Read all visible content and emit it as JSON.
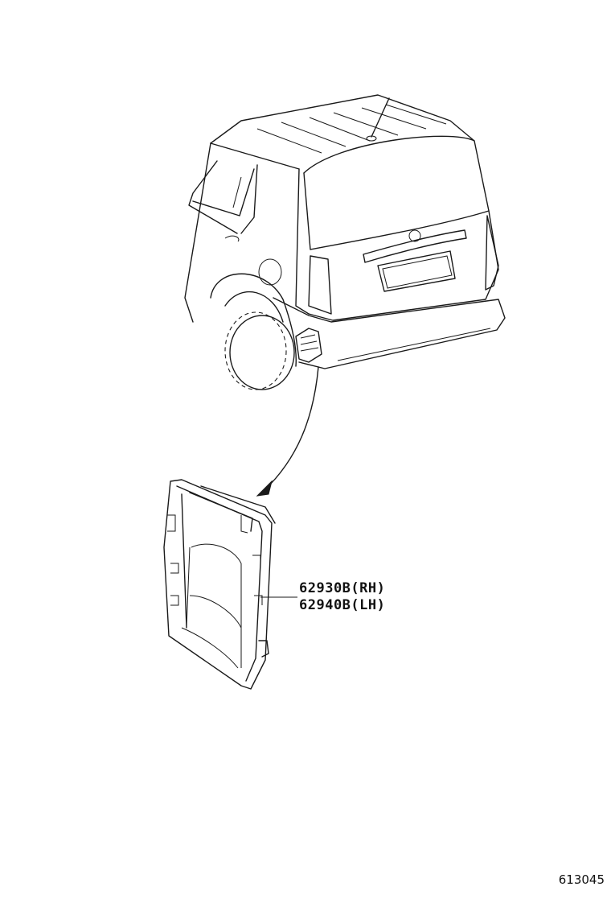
{
  "diagram": {
    "callouts": [
      {
        "code": "62930B",
        "side": "(RH)"
      },
      {
        "code": "62940B",
        "side": "(LH)"
      }
    ],
    "figure_number": "613045"
  }
}
